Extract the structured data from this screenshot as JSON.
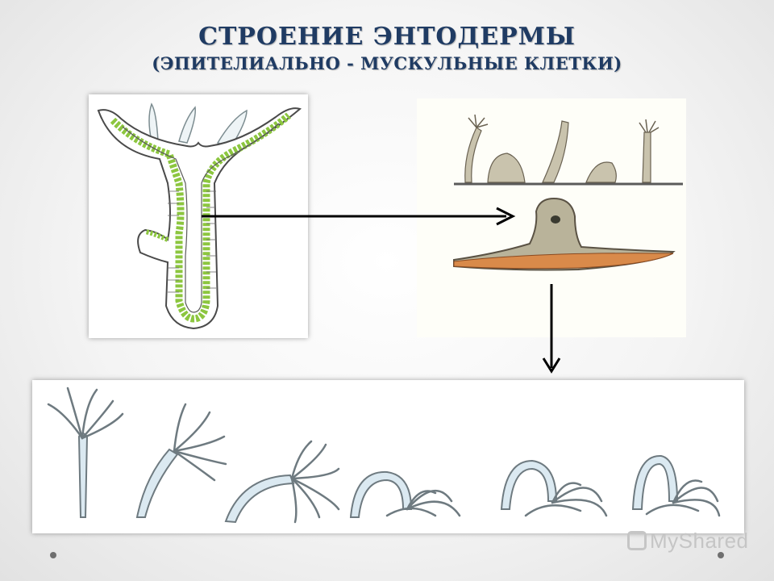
{
  "slide": {
    "title": "СТРОЕНИЕ ЭНТОДЕРМЫ",
    "subtitle": "(ЭПИТЕЛИАЛЬНО - МУСКУЛЬНЫЕ КЛЕТКИ)",
    "watermark": "MyShared"
  },
  "colors": {
    "title": "#1f3b63",
    "endoderm": "#8cc63f",
    "cell_body": "#b9b39a",
    "muscle_fiber": "#d98a4a",
    "hydra_fill": "#dbe9f1"
  },
  "icons": [
    "arrow-right-icon",
    "arrow-down-icon",
    "myshared-logo-icon",
    "bullet-icon"
  ]
}
